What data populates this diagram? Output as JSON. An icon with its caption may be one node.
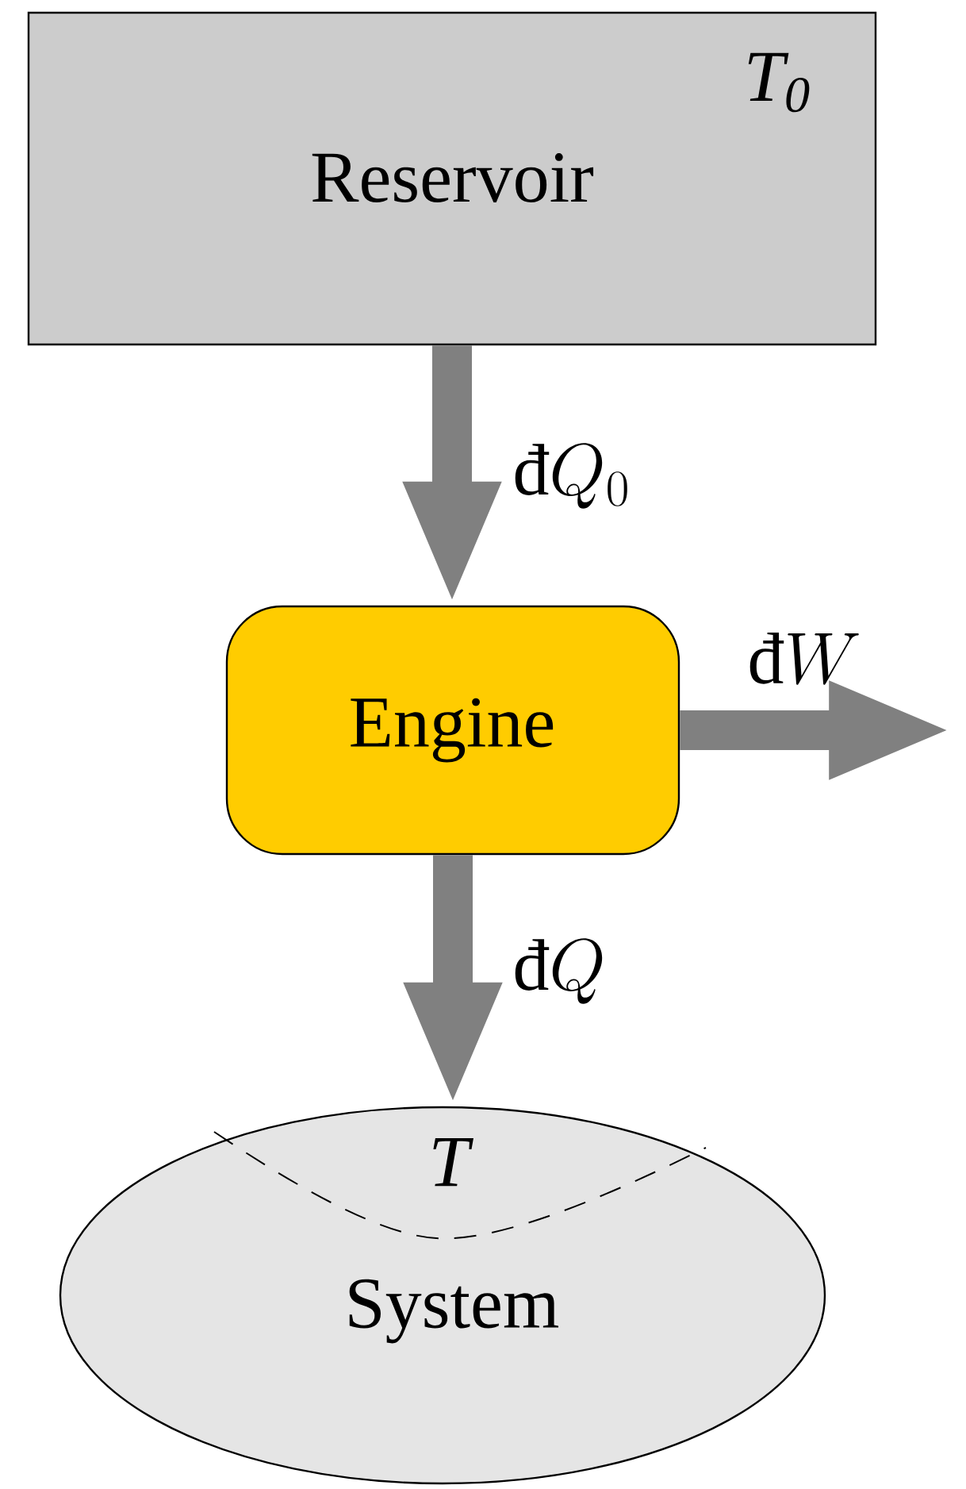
{
  "diagram": {
    "nodes": [
      {
        "text": [
          "T$_{0}$",
          "Reservoir"
        ]
      },
      {
        "text": [
          "Engine"
        ]
      },
      {
        "text": [
          "T",
          "System"
        ]
      }
    ],
    "edges": [
      {
        "from": 0,
        "to": 1,
        "arrow": "to",
        "label": "\\text{đ}Q_{0}"
      },
      {
        "from": 1,
        "to": null,
        "arrow": "to",
        "label": "\\text{đ}W"
      },
      {
        "from": 1,
        "to": 2,
        "arrow": "to",
        "label": "\\text{đ}Q"
      }
    ]
  }
}
